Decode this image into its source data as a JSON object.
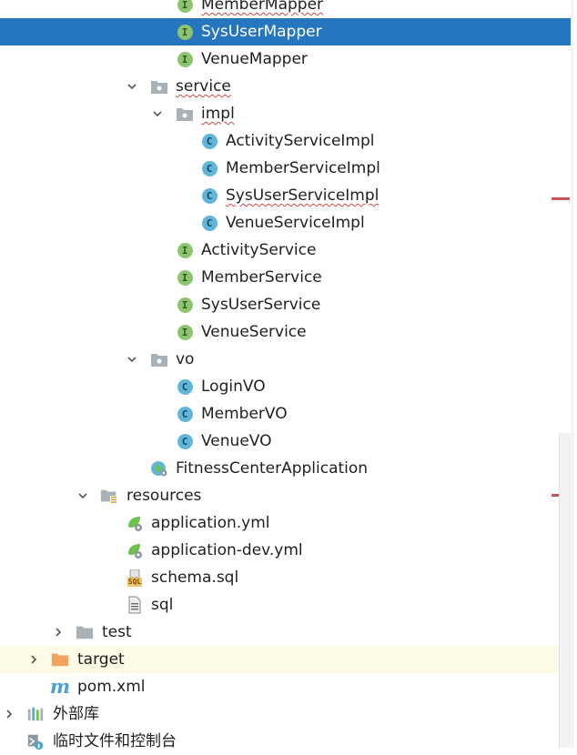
{
  "colors": {
    "selection": "#2675bf",
    "interface_badge": "#8dc470",
    "class_badge": "#60b5d9",
    "folder": "#a8b0b8",
    "target_folder": "#f4a261",
    "error_stripe": "#c75450",
    "highlight_row": "#fdfbe6"
  },
  "tree": {
    "items": [
      {
        "label": "MemberMapper",
        "icon": "interface-icon",
        "badge": "I",
        "squiggle": true
      },
      {
        "label": "SysUserMapper",
        "icon": "interface-icon",
        "badge": "I",
        "selected": true
      },
      {
        "label": "VenueMapper",
        "icon": "interface-icon",
        "badge": "I"
      },
      {
        "label": "service",
        "icon": "package-folder-icon",
        "arrow": "expanded",
        "squiggle": true
      },
      {
        "label": "impl",
        "icon": "package-folder-icon",
        "arrow": "expanded",
        "squiggle": true
      },
      {
        "label": "ActivityServiceImpl",
        "icon": "class-icon",
        "badge": "C"
      },
      {
        "label": "MemberServiceImpl",
        "icon": "class-icon",
        "badge": "C"
      },
      {
        "label": "SysUserServiceImpl",
        "icon": "class-icon",
        "badge": "C",
        "squiggle": true
      },
      {
        "label": "VenueServiceImpl",
        "icon": "class-icon",
        "badge": "C"
      },
      {
        "label": "ActivityService",
        "icon": "interface-icon",
        "badge": "I"
      },
      {
        "label": "MemberService",
        "icon": "interface-icon",
        "badge": "I"
      },
      {
        "label": "SysUserService",
        "icon": "interface-icon",
        "badge": "I"
      },
      {
        "label": "VenueService",
        "icon": "interface-icon",
        "badge": "I"
      },
      {
        "label": "vo",
        "icon": "package-folder-icon",
        "arrow": "expanded"
      },
      {
        "label": "LoginVO",
        "icon": "class-icon",
        "badge": "C"
      },
      {
        "label": "MemberVO",
        "icon": "class-icon",
        "badge": "C"
      },
      {
        "label": "VenueVO",
        "icon": "class-icon",
        "badge": "C"
      },
      {
        "label": "FitnessCenterApplication",
        "icon": "spring-boot-class-icon"
      },
      {
        "label": "resources",
        "icon": "resources-folder-icon",
        "arrow": "expanded"
      },
      {
        "label": "application.yml",
        "icon": "spring-config-icon"
      },
      {
        "label": "application-dev.yml",
        "icon": "spring-config-icon"
      },
      {
        "label": "schema.sql",
        "icon": "sql-file-icon",
        "badge": "SQL"
      },
      {
        "label": "sql",
        "icon": "text-file-icon"
      },
      {
        "label": "test",
        "icon": "folder-icon",
        "arrow": "collapsed"
      },
      {
        "label": "target",
        "icon": "target-folder-icon",
        "arrow": "collapsed",
        "highlight": true
      },
      {
        "label": "pom.xml",
        "icon": "maven-icon",
        "badge": "m"
      },
      {
        "label": "外部库",
        "icon": "library-icon",
        "arrow": "collapsed"
      },
      {
        "label": "临时文件和控制台",
        "icon": "scratch-icon"
      }
    ]
  }
}
